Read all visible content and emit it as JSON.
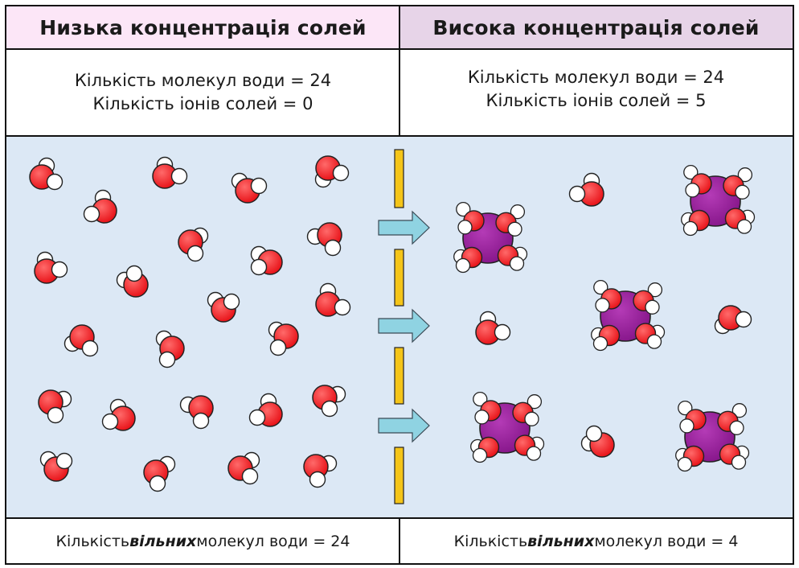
{
  "headers": {
    "low": "Низька концентрація солей",
    "high": "Висока концентрація солей"
  },
  "info": {
    "low": {
      "water": "Кількість молекул води = 24",
      "ions": "Кількість іонів солей = 0"
    },
    "high": {
      "water": "Кількість молекул води = 24",
      "ions": "Кількість іонів солей = 5"
    }
  },
  "footer": {
    "low": {
      "prefix": "Кількість ",
      "emph": "вільних",
      "suffix": " молекул води = 24"
    },
    "high": {
      "prefix": "Кількість ",
      "emph": "вільних",
      "suffix": " молекул води = 4"
    }
  },
  "colors": {
    "header_low_bg": "#fce6f7",
    "header_high_bg": "#e7d4e8",
    "scene_bg": "#dce8f5",
    "oxygen": "#e8141a",
    "hydrogen": "#ffffff",
    "ion": "#9a1a9c",
    "membrane": "#f5c518",
    "arrow": "#8fd3e2"
  },
  "icons": {
    "water": "water-molecule-icon",
    "ion": "salt-ion-icon",
    "arrow": "right-arrow-icon",
    "membrane": "membrane-segment"
  }
}
